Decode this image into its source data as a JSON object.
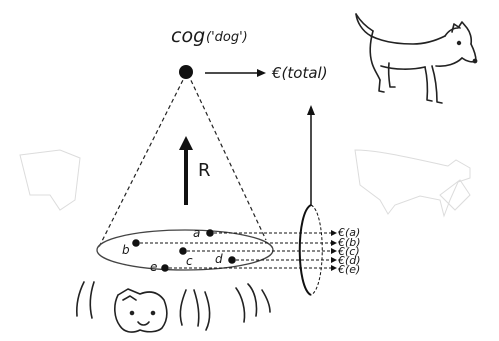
{
  "cog": {
    "word": "cog",
    "gloss": "('dog')"
  },
  "total_label": "€(total)",
  "arrow_label": "R",
  "points": [
    "a",
    "b",
    "c",
    "d",
    "e"
  ],
  "outputs": [
    "€(a)",
    "€(b)",
    "€(c)",
    "€(d)",
    "€(e)"
  ]
}
